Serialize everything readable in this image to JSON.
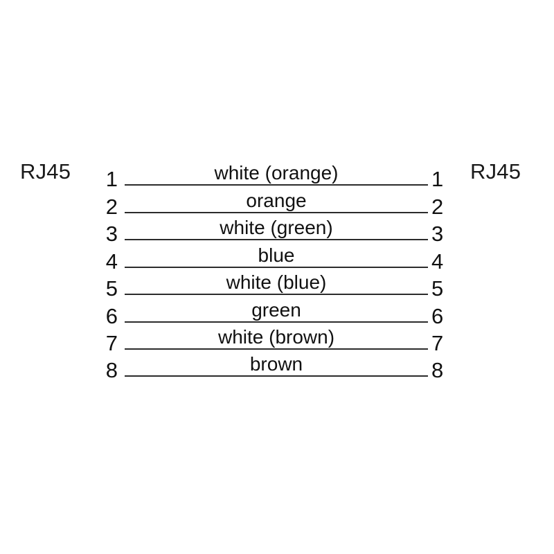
{
  "diagram": {
    "title": "RJ45 straight-through cable pinout",
    "type": "pinout-wiring-diagram",
    "background_color": "#ffffff",
    "line_color": "#2b2b2b",
    "text_color": "#111111"
  },
  "connectors": {
    "left": {
      "label": "RJ45"
    },
    "right": {
      "label": "RJ45"
    }
  },
  "pins": [
    {
      "left_number": "1",
      "right_number": "1",
      "wire": "white (orange)"
    },
    {
      "left_number": "2",
      "right_number": "2",
      "wire": "orange"
    },
    {
      "left_number": "3",
      "right_number": "3",
      "wire": "white (green)"
    },
    {
      "left_number": "4",
      "right_number": "4",
      "wire": "blue"
    },
    {
      "left_number": "5",
      "right_number": "5",
      "wire": "white (blue)"
    },
    {
      "left_number": "6",
      "right_number": "6",
      "wire": "green"
    },
    {
      "left_number": "7",
      "right_number": "7",
      "wire": "white (brown)"
    },
    {
      "left_number": "8",
      "right_number": "8",
      "wire": "brown"
    }
  ],
  "layout": {
    "row_y": [
      267,
      306.5,
      346,
      385.5,
      425,
      464.5,
      504,
      543
    ]
  }
}
